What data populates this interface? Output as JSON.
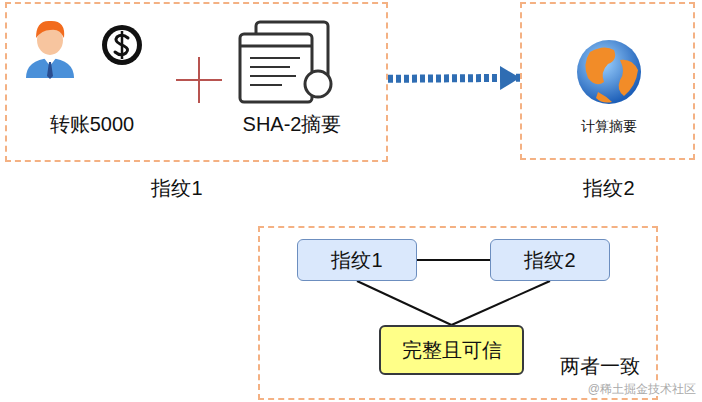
{
  "diagram": {
    "nodes": [
      {
        "text": [
          "转账5000",
          "SHA-2摘要",
          "指纹1"
        ]
      },
      {
        "text": [
          "计算摘要",
          "指纹2"
        ]
      },
      {
        "text": [
          "两者一致"
        ]
      },
      {
        "text": [
          "指纹1"
        ],
        "in": 2
      },
      {
        "text": [
          "指纹2"
        ],
        "in": 2
      },
      {
        "text": [
          "完整且可信"
        ],
        "in": 2
      }
    ],
    "edges": [
      {
        "from": 0,
        "to": 1,
        "arrow": "to"
      },
      {
        "from": 3,
        "to": 4,
        "arrow": "none"
      },
      {
        "from": 3,
        "to": 5,
        "arrow": "none"
      },
      {
        "from": 4,
        "to": 5,
        "arrow": "none"
      }
    ],
    "labels": [
      "@稀土掘金技术社区"
    ]
  }
}
